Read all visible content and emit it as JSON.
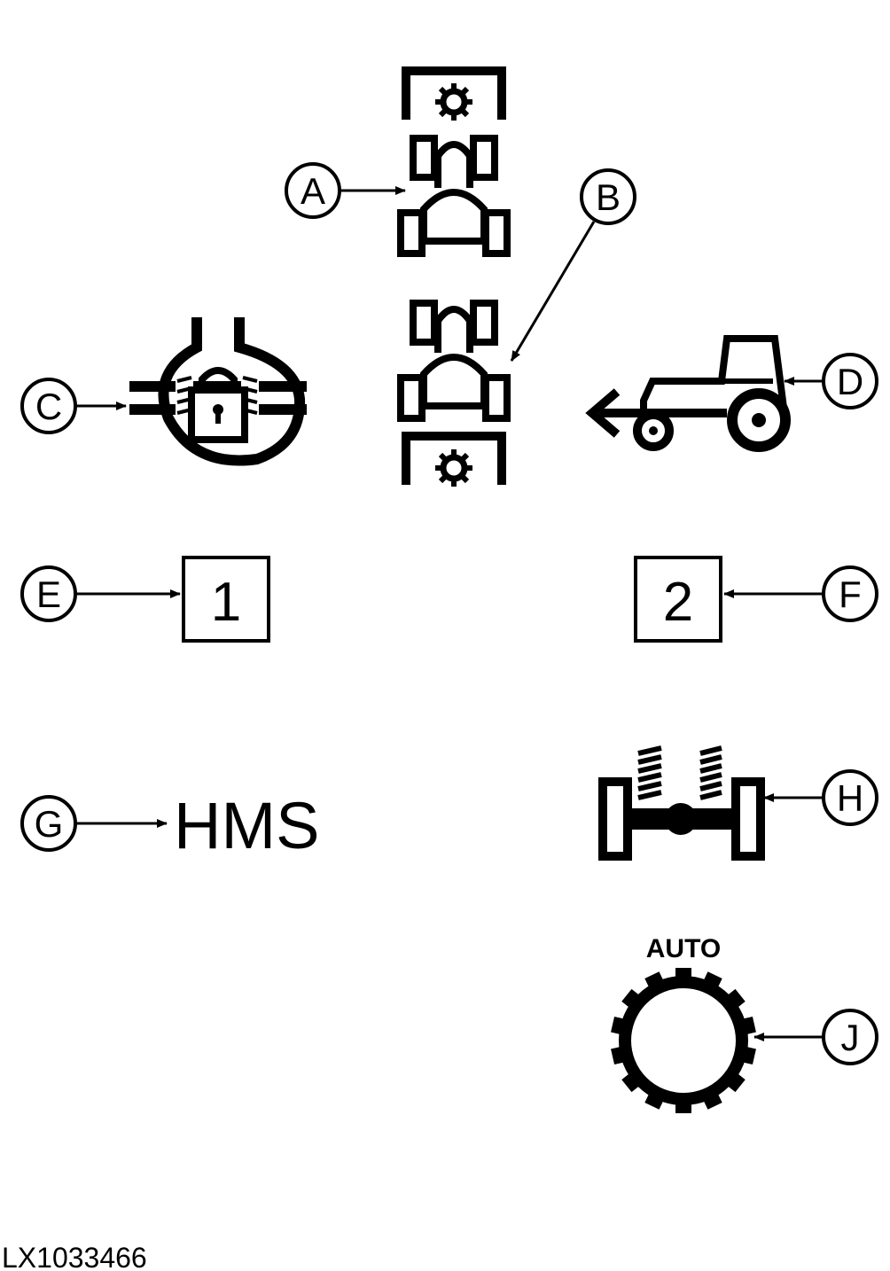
{
  "callouts": {
    "a": "A",
    "b": "B",
    "c": "C",
    "d": "D",
    "e": "E",
    "f": "F",
    "g": "G",
    "h": "H",
    "j": "J"
  },
  "symbols": {
    "front_pto_icon": "front-pto-icon",
    "rear_pto_icon": "rear-pto-icon",
    "differential_lock_icon": "differential-lock-icon",
    "reverse_travel_icon": "tractor-reverse-icon",
    "suspension_icon": "axle-suspension-icon",
    "auto_gear_icon": "auto-gear-icon",
    "box_1_label": "1",
    "box_2_label": "2",
    "hms_label": "HMS",
    "auto_label": "AUTO"
  },
  "figure_id": "LX1033466"
}
